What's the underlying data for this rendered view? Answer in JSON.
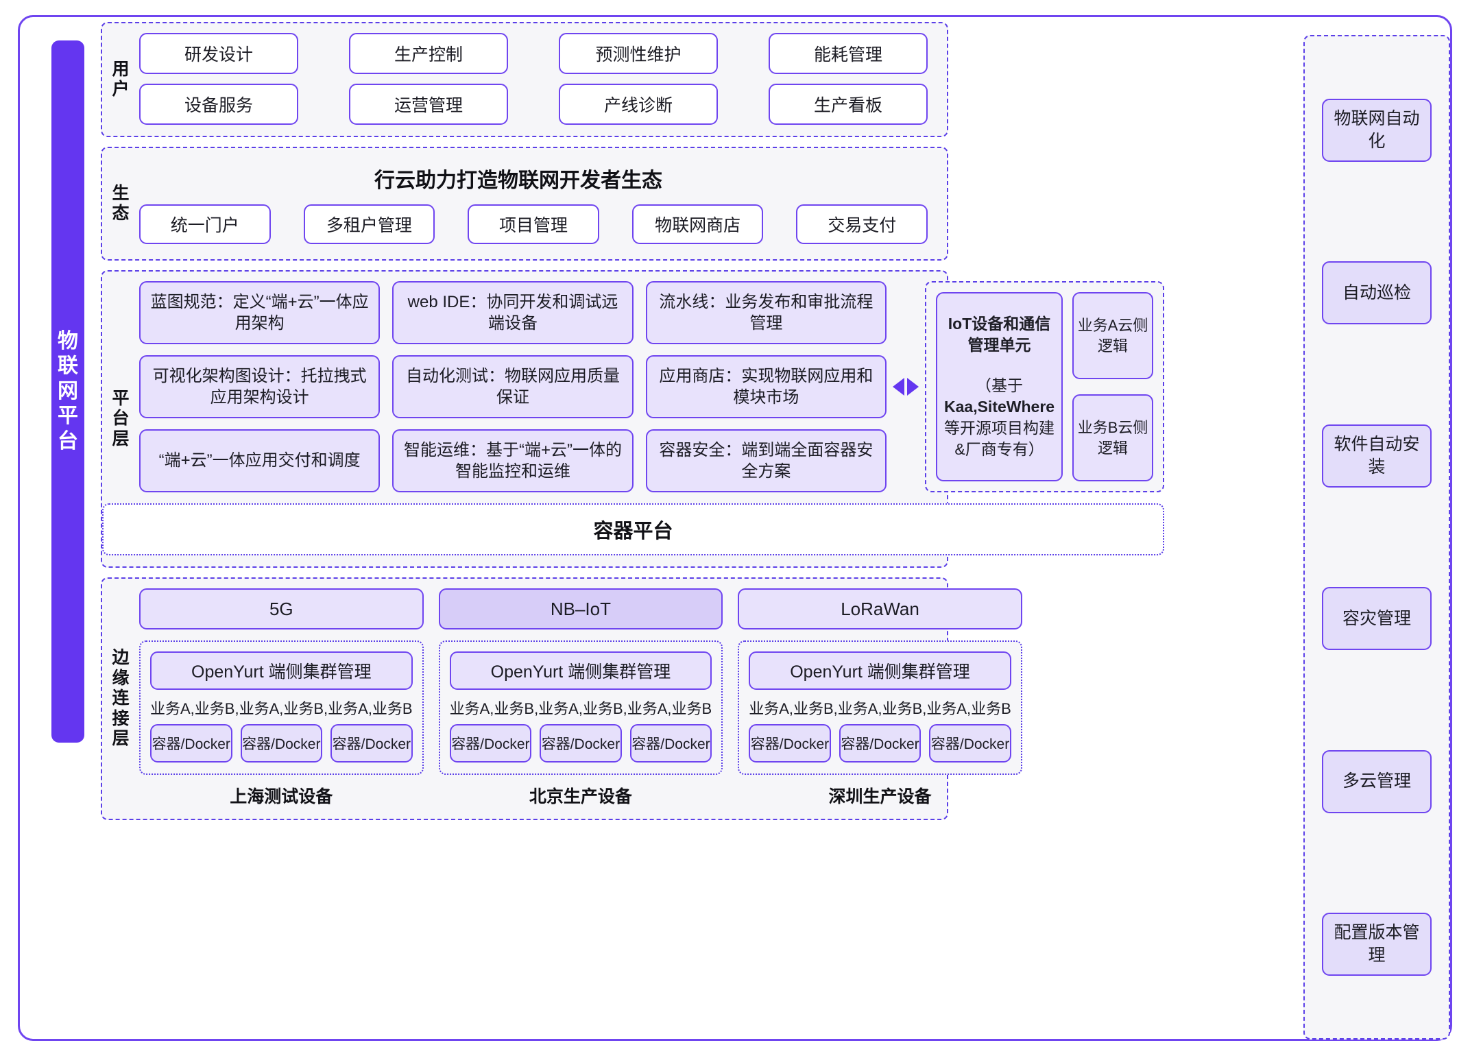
{
  "left_bar": {
    "label": "物联网平台"
  },
  "layers": {
    "user": {
      "label": "用户",
      "items": [
        "研发设计",
        "生产控制",
        "预测性维护",
        "能耗管理",
        "设备服务",
        "运营管理",
        "产线诊断",
        "生产看板"
      ]
    },
    "ecosystem": {
      "label": "生态",
      "title": "行云助力打造物联网开发者生态",
      "items": [
        "统一门户",
        "多租户管理",
        "项目管理",
        "物联网商店",
        "交易支付"
      ]
    },
    "platform": {
      "label": "平台层",
      "cards": [
        "蓝图规范：定义“端+云”一体应用架构",
        "web IDE：协同开发和调试远端设备",
        "流水线：业务发布和审批流程管理",
        "可视化架构图设计：托拉拽式应用架构设计",
        "自动化测试：物联网应用质量保证",
        "应用商店：实现物联网应用和模块市场",
        "“端+云”一体应用交付和调度",
        "智能运维：基于“端+云”一体的智能监控和运维",
        "容器安全：端到端全面容器安全方案"
      ],
      "iot_unit": {
        "title": "IoT设备和通信管理单元",
        "subtitle_prefix": "（基于",
        "subtitle_bold": "Kaa,SiteWhere",
        "subtitle_suffix": "等开源项目构建&厂商专有）",
        "side_boxes": [
          "业务A云侧逻辑",
          "业务B云侧逻辑"
        ]
      },
      "container_platform": "容器平台"
    },
    "edge": {
      "label": "边缘连接层",
      "columns": [
        {
          "network": "5G",
          "network_highlighted": false,
          "cluster": "OpenYurt 端侧集群管理",
          "business": "业务A,业务B,业务A,业务B,业务A,业务B",
          "containers": [
            "容器/Docker",
            "容器/Docker",
            "容器/Docker"
          ],
          "device_name": "上海测试设备"
        },
        {
          "network": "NB–IoT",
          "network_highlighted": true,
          "cluster": "OpenYurt 端侧集群管理",
          "business": "业务A,业务B,业务A,业务B,业务A,业务B",
          "containers": [
            "容器/Docker",
            "容器/Docker",
            "容器/Docker"
          ],
          "device_name": "北京生产设备"
        },
        {
          "network": "LoRaWan",
          "network_highlighted": false,
          "cluster": "OpenYurt 端侧集群管理",
          "business": "业务A,业务B,业务A,业务B,业务A,业务B",
          "containers": [
            "容器/Docker",
            "容器/Docker",
            "容器/Docker"
          ],
          "device_name": "深圳生产设备"
        }
      ]
    }
  },
  "sidebar": {
    "items": [
      "物联网自动化",
      "自动巡检",
      "软件自动安装",
      "容灾管理",
      "多云管理",
      "配置版本管理"
    ]
  },
  "colors": {
    "accent": "#6436f0",
    "border": "#6f45f0",
    "dash": "#5b3fe8",
    "card_fill": "#e8e2fc",
    "card_fill_strong": "#d7cdf8",
    "panel_bg": "#f6f6f9"
  }
}
